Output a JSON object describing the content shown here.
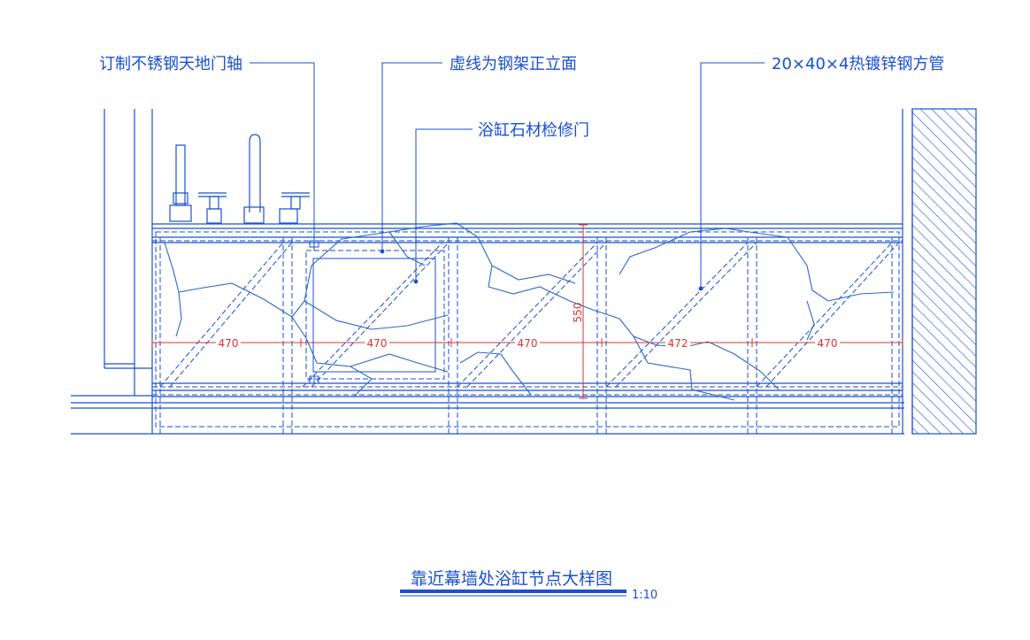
{
  "labels": {
    "hinge_axis": "订制不锈钢天地门轴",
    "dashed_frame": "虚线为钢架正立面",
    "access_door": "浴缸石材检修门",
    "steel_tube": "20×40×4热镀锌钢方管"
  },
  "dimensions": {
    "bays": [
      "470",
      "470",
      "470",
      "472",
      "470"
    ],
    "height": "550"
  },
  "title": {
    "text": "靠近幕墙处浴缸节点大样图",
    "scale": "1:10"
  },
  "colors": {
    "line": "#1a4fd0",
    "marble": "#2a68c8",
    "dimension": "#e03030",
    "hatch": "#2a5fd8"
  }
}
